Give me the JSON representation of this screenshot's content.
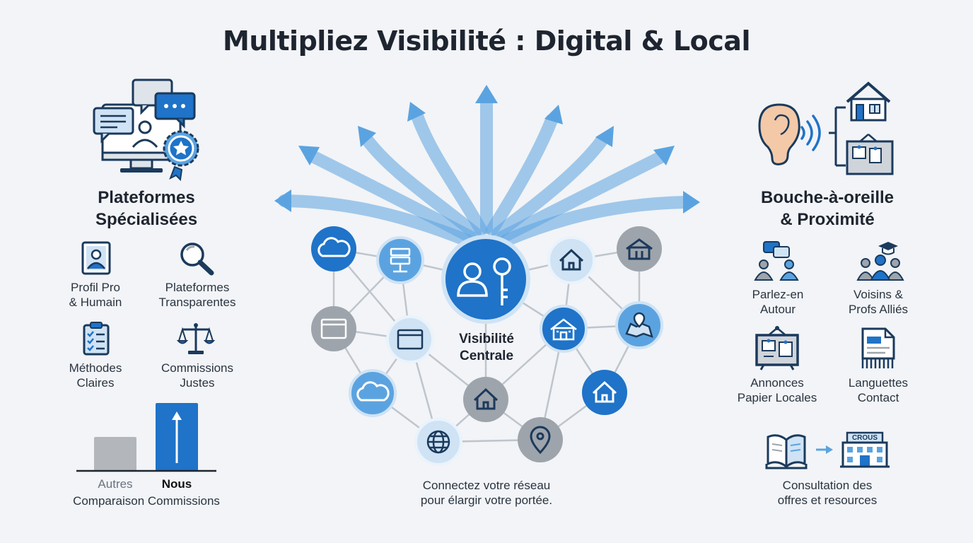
{
  "title": "Multipliez Visibilité : Digital & Local",
  "colors": {
    "blue": "#1f73c8",
    "light_blue": "#5ba3e0",
    "pale_blue": "#cfe3f5",
    "grey": "#9ea4ab",
    "navy": "#1b3a5c",
    "background": "#f2f4f7"
  },
  "left": {
    "heading": "Plateformes\nSpécialisées",
    "items": [
      {
        "icon": "profile-card-icon",
        "label": "Profil Pro\n& Humain"
      },
      {
        "icon": "magnifier-icon",
        "label": "Plateformes\nTransparentes"
      },
      {
        "icon": "checklist-icon",
        "label": "Méthodes\nClaires"
      },
      {
        "icon": "scales-icon",
        "label": "Commissions\nJustes"
      }
    ],
    "comparison": {
      "bars": [
        {
          "label": "Autres",
          "value": 0.5
        },
        {
          "label": "Nous",
          "value": 1.0
        }
      ],
      "caption": "Comparaison Commissions"
    }
  },
  "center": {
    "hub_label": "Visibilité\nCentrale",
    "caption": "Connectez votre réseau\npour élargir votre portée.",
    "node_icons": [
      "cloud-icon",
      "server-icon",
      "browser-icon",
      "browser-icon",
      "cloud-icon",
      "house-icon",
      "globe-icon",
      "location-pin-icon",
      "house-icon",
      "house-icon",
      "school-icon",
      "map-pin-icon",
      "house-icon"
    ]
  },
  "right": {
    "heading": "Bouche-à-oreille\n& Proximité",
    "items": [
      {
        "icon": "people-talking-icon",
        "label": "Parlez-en\nAutour"
      },
      {
        "icon": "neighbors-icon",
        "label": "Voisins &\nProfs Alliés"
      },
      {
        "icon": "notice-board-icon",
        "label": "Annonces\nPapier Locales"
      },
      {
        "icon": "tear-off-flyer-icon",
        "label": "Languettes\nContact"
      }
    ],
    "crous_sign": "CROUS",
    "caption": "Consultation des\noffres et resources"
  }
}
